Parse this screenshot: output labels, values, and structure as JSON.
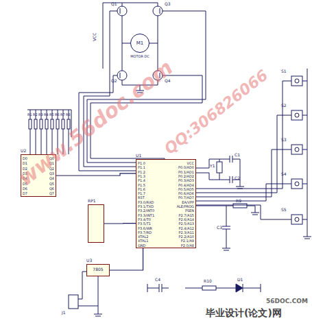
{
  "diagram": {
    "nodes": [
      {
        "text": [
          "M1",
          "MOTOR DC"
        ]
      },
      {
        "text": [
          "U2",
          "D0",
          "D1",
          "D2",
          "D3",
          "D4",
          "D5",
          "D6",
          "D7",
          "Q0",
          "Q1",
          "Q2",
          "Q3",
          "Q4",
          "Q5",
          "Q6",
          "Q7"
        ]
      },
      {
        "text": [
          "U1",
          "P1.0",
          "P1.1",
          "P1.2",
          "P1.3",
          "P1.4",
          "P1.5",
          "P1.6",
          "P1.7",
          "RST",
          "P3.0/RXD",
          "P3.1/TXD",
          "P3.2/INT0",
          "P3.3/INT1",
          "P3.4/T0",
          "P3.5/T1",
          "P3.6/WR",
          "P3.7/RD",
          "XTAL2",
          "XTAL1",
          "GND",
          "VCC",
          "P0.0/AD0",
          "P0.1/AD1",
          "P0.2/AD2",
          "P0.3/AD3",
          "P0.4/AD4",
          "P0.5/AD5",
          "P0.6/AD6",
          "P0.7/AD7",
          "EA/VPP",
          "ALE/PROG",
          "PSEN",
          "P2.7/A15",
          "P2.6/A14",
          "P2.5/A13",
          "P2.4/A12",
          "P2.3/A11",
          "P2.2/A10",
          "P2.1/A9",
          "P2.0/A8"
        ]
      },
      {
        "text": [
          "RP1"
        ]
      },
      {
        "text": [
          "U3",
          "7805"
        ]
      }
    ],
    "edges": [
      {
        "from": 1,
        "to": 2,
        "arrow": "none"
      },
      {
        "from": 3,
        "to": 2,
        "arrow": "none"
      },
      {
        "from": 4,
        "to": 2,
        "arrow": "none"
      }
    ],
    "labels": [
      "Q1",
      "Q3",
      "Q2",
      "Q4",
      "VCC",
      "R1",
      "R2",
      "R3",
      "R4",
      "R5",
      "R6",
      "R7",
      "R8",
      "S1",
      "S2",
      "S3",
      "S4",
      "S5",
      "Y1",
      "C1",
      "C2",
      "R9",
      "C3",
      "J1",
      "C4",
      "R10",
      "D1",
      "www.56doc.com",
      "QQ:306826066",
      "56DOC.COM",
      "毕业设计(论文)网"
    ]
  }
}
